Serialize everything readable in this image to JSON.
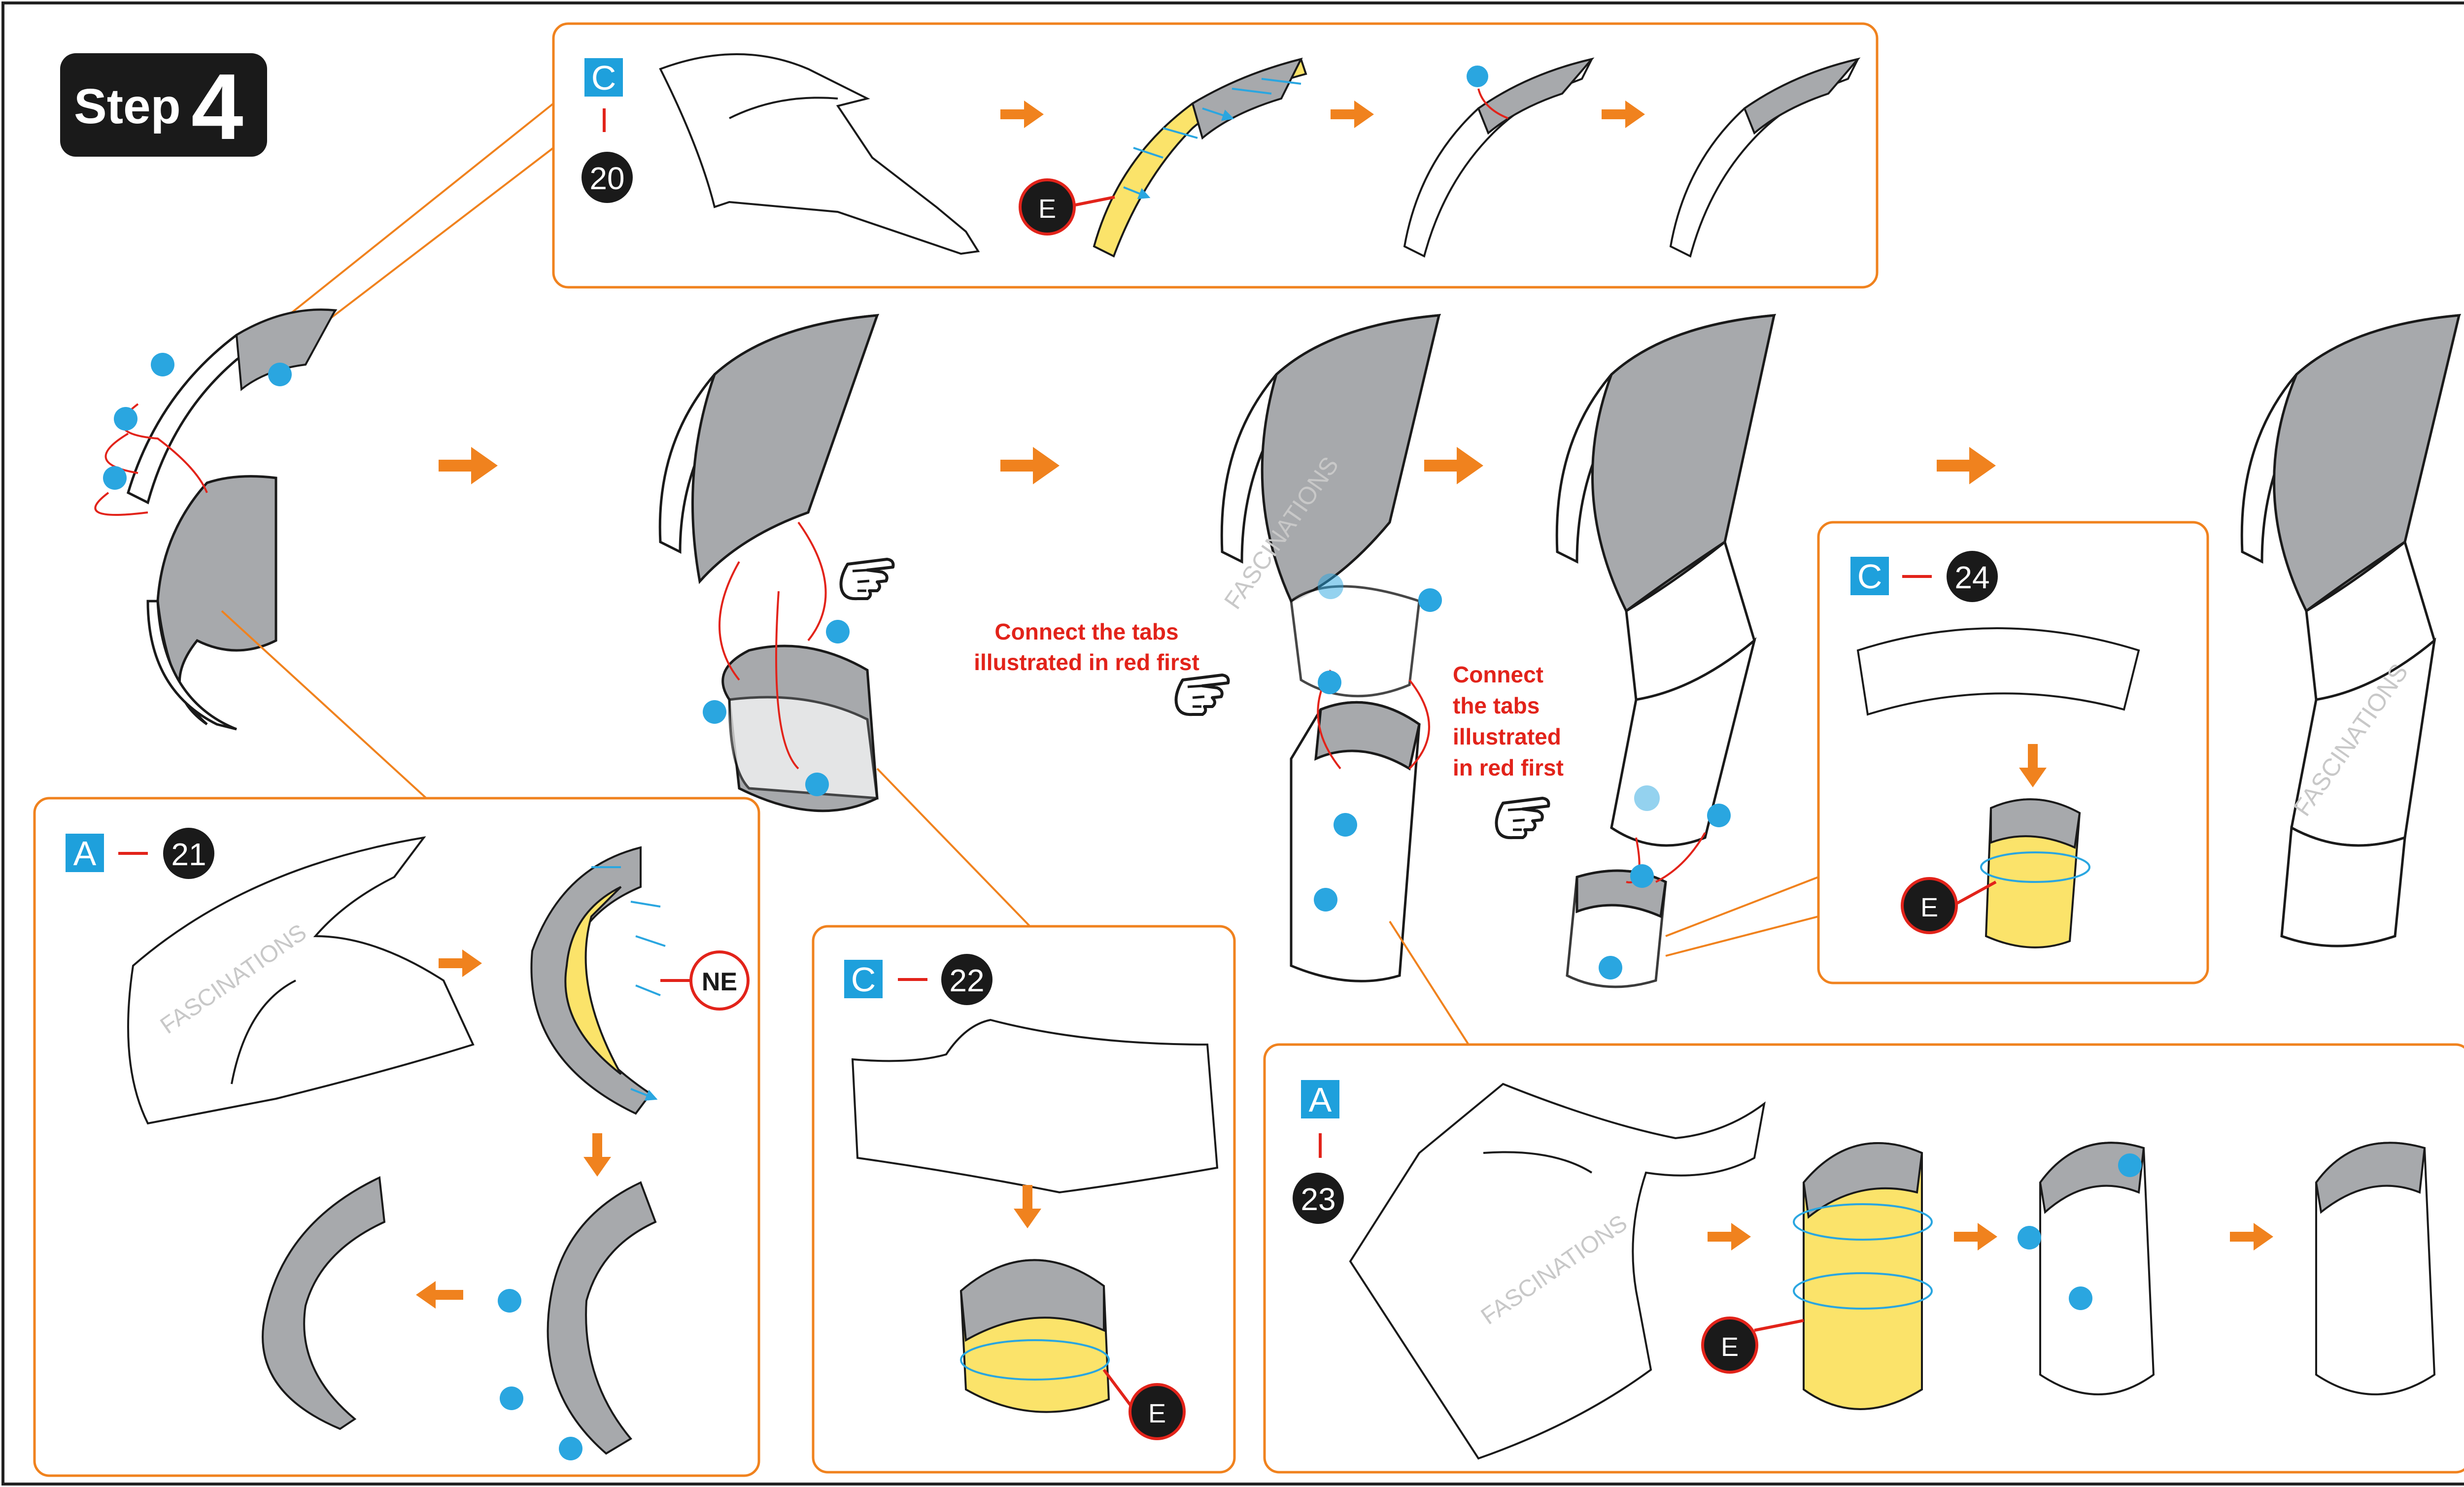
{
  "step": {
    "label": "Step",
    "number": "4"
  },
  "colors": {
    "orange": "#F0821E",
    "red": "#E2231A",
    "blue": "#2AA6E0",
    "cyan_badge": "#1EA0DC",
    "gray": "#A7A9AC",
    "yellow": "#FBE36A",
    "black": "#1A1A1A"
  },
  "panels": {
    "p20": {
      "letter": "C",
      "number": "20",
      "glue_label": "E"
    },
    "p21": {
      "letter": "A",
      "number": "21",
      "ne_label": "NE",
      "watermark": "FASCINATIONS"
    },
    "p22": {
      "letter": "C",
      "number": "22",
      "glue_label": "E"
    },
    "p23": {
      "letter": "A",
      "number": "23",
      "glue_label": "E",
      "watermark": "FASCINATIONS"
    },
    "p24": {
      "letter": "C",
      "number": "24",
      "glue_label": "E"
    }
  },
  "notes": {
    "connect_1": [
      "Connect the tabs",
      "illustrated in red first"
    ],
    "connect_2": [
      "Connect",
      "the tabs",
      "illustrated",
      "in red first"
    ]
  },
  "watermarks": {
    "w1": "FASCINATIONS",
    "w2": "FASCINATIONS"
  },
  "icons": [
    "step-badge",
    "arrow-right-icon",
    "arrow-down-icon",
    "arrow-left-icon",
    "pointing-hand-icon",
    "blue-dot-icon",
    "glue-marker-icon"
  ]
}
